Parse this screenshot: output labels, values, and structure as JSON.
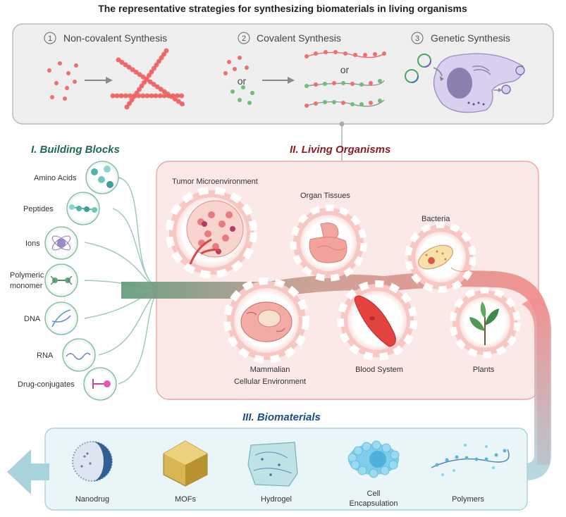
{
  "title": "The representative strategies for synthesizing biomaterials in living organisms",
  "strategies": [
    {
      "number": "1",
      "label": "Non-covalent Synthesis"
    },
    {
      "number": "2",
      "label": "Covalent Synthesis"
    },
    {
      "number": "3",
      "label": "Genetic Synthesis"
    }
  ],
  "or_label": "or",
  "building_blocks": {
    "heading": "I. Building Blocks",
    "items": [
      "Amino Acids",
      "Peptides",
      "Ions",
      "Polymeric",
      "monomer",
      "DNA",
      "RNA",
      "Drug-conjugates"
    ]
  },
  "living_organisms": {
    "heading": "II. Living Organisms",
    "items": [
      "Tumor Microenvironment",
      "Organ Tissues",
      "Bacteria",
      "Mammalian",
      "Cellular Environment",
      "Blood System",
      "Plants"
    ]
  },
  "biomaterials": {
    "heading": "III. Biomaterials",
    "items": [
      "Nanodrug",
      "MOFs",
      "Hydrogel",
      "Cell",
      "Encapsulation",
      "Polymers"
    ]
  },
  "colors": {
    "green_heading": "#1f6b4a",
    "red_heading": "#8b1c24",
    "blue_heading": "#1f4e86",
    "pink_panel": "#fbe9e8",
    "blue_panel": "#eaf5f8",
    "grey_panel": "#efefef"
  }
}
